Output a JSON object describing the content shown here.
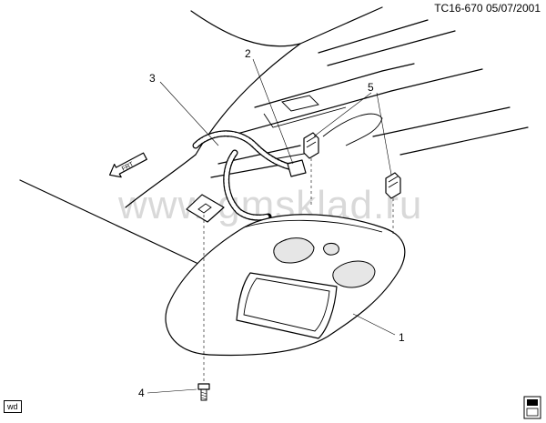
{
  "header": {
    "figure_code": "TC16-670",
    "date": "05/07/2001"
  },
  "watermark": "www.gmsklad.ru",
  "front_arrow_label": "FRT",
  "corner_tag": "wd",
  "callouts": [
    {
      "number": "1",
      "part": "overhead-console"
    },
    {
      "number": "2",
      "part": "electrical-connector"
    },
    {
      "number": "3",
      "part": "wiring-harness"
    },
    {
      "number": "4",
      "part": "screw"
    },
    {
      "number": "5",
      "part": "retaining-clips"
    }
  ]
}
